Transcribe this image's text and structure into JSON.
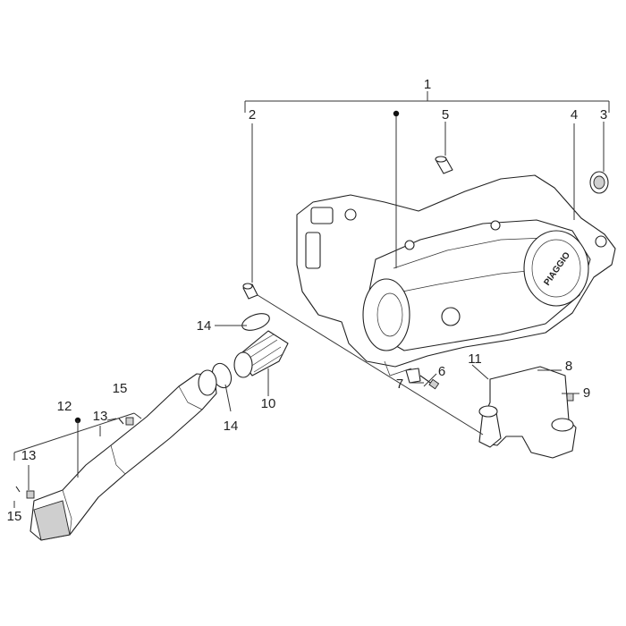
{
  "callouts": {
    "c1": "1",
    "c2": "2",
    "c3": "3",
    "c4": "4",
    "c5": "5",
    "c6": "6",
    "c7": "7",
    "c8": "8",
    "c9": "9",
    "c10": "10",
    "c11": "11",
    "c12": "12",
    "c13a": "13",
    "c13b": "13",
    "c14a": "14",
    "c14b": "14",
    "c15a": "15",
    "c15b": "15"
  },
  "brand_logo": "PIAGGIO"
}
